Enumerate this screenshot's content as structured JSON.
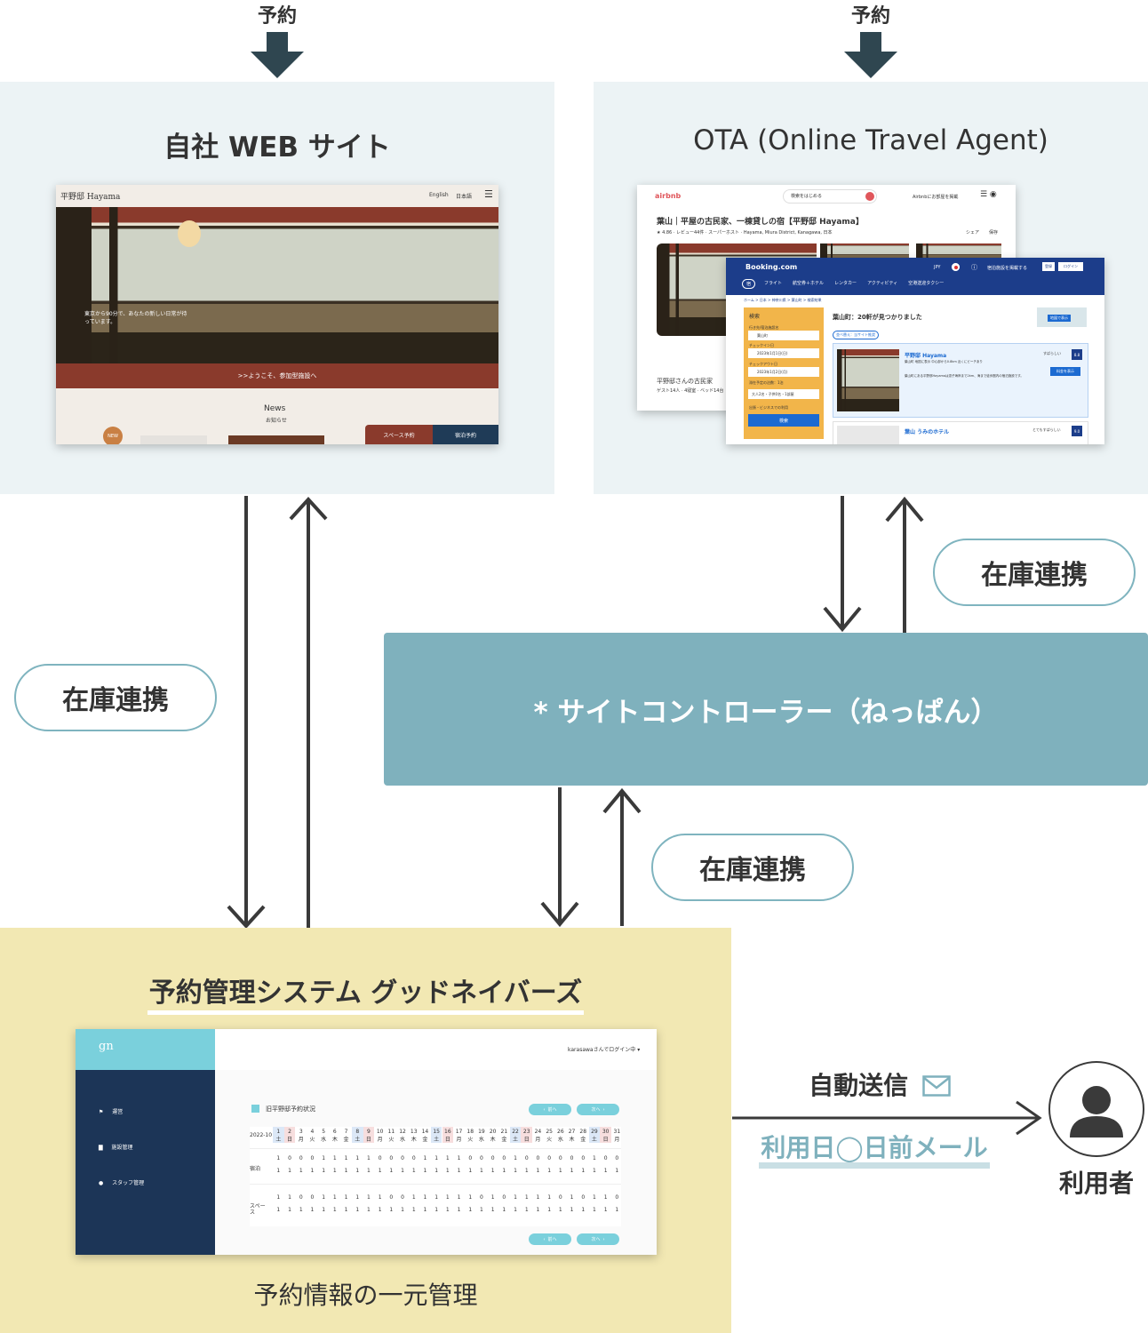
{
  "top": {
    "left_arrow_label": "予約",
    "right_arrow_label": "予約"
  },
  "own_site": {
    "title": "自社 WEB サイト",
    "screen": {
      "logo": "平野邸 Hayama",
      "lang_en": "English",
      "lang_ja": "日本語",
      "hero_text": "東京から90分で、あなたの新しい日常が待っています。",
      "banner": ">>ようこそ、参加型施設へ",
      "news_title": "News",
      "news_sub": "お知らせ",
      "new_badge": "NEW",
      "btn_space": "スペース予約",
      "btn_stay": "宿泊予約"
    }
  },
  "ota": {
    "title": "OTA (Online Travel Agent)",
    "airbnb": {
      "logo": "airbnb",
      "search": "検索をはじめる",
      "host": "Airbnbにお部屋を掲載",
      "listing_title": "葉山｜平屋の古民家、一棟貸しの宿【平野邸 Hayama】",
      "meta": "★ 4.86 · レビュー44件 · スーパーホスト · Hayama, Miura District, Kanagawa, 日本",
      "share": "シェア",
      "save": "保存",
      "host_name": "平野邸さんの古民家",
      "guests": "ゲスト14人 · 4寝室 · ベッド14台"
    },
    "booking": {
      "logo": "Booking.com",
      "currency": "JPY",
      "list_property": "宿泊施設を掲載する",
      "register": "登録",
      "login": "ログイン",
      "nav": [
        "宿",
        "フライト",
        "航空券＋ホテル",
        "レンタカー",
        "アクティビティ",
        "空港送迎タクシー"
      ],
      "crumb": "ホーム > 日本 > 神奈川県 > 葉山町 > 検索結果",
      "search_head": "検索",
      "destination_label": "行き先/宿泊施設名",
      "destination": "葉山町",
      "checkin_label": "チェックイン日",
      "checkin": "2023年1月1日(日)",
      "checkout_label": "チェックアウト日",
      "checkout": "2023年1月2日(月)",
      "stay_label": "滞在予定の泊数：1泊",
      "guests": "大人2名・子供0名・1部屋",
      "business": "出張・ビジネスでの利用",
      "search_btn": "検索",
      "results": "葉山町：20軒が見つかりました",
      "map_btn": "地図で表示",
      "filter1": "並べ替え：当サイト推奨",
      "h1_name": "平野邸 Hayama",
      "h1_loc": "葉山町 地図に表示 中心部から0.8km 近くにビーチあり",
      "h1_rating_text": "すばらしい",
      "h1_score": "8.8",
      "h1_desc": "葉山町にある平野邸Hayamaは逗子海岸まで2km、海まで徒歩圏内の宿泊施設です。",
      "h1_btn": "料金を表示",
      "h2_name": "葉山 うみのホテル",
      "h2_rating_text": "とてもすばらしい",
      "h2_score": "9.0"
    }
  },
  "center": {
    "label": "* サイトコントローラー（ねっぱん）"
  },
  "sync": {
    "left": "在庫連携",
    "top_right": "在庫連携",
    "middle": "在庫連携"
  },
  "gn": {
    "title": "予約管理システム グッドネイバーズ",
    "caption": "予約情報の一元管理",
    "screen": {
      "logo": "gn",
      "user": "karasawaさんでログイン中",
      "menu": [
        "運営",
        "施設管理",
        "スタッフ管理"
      ],
      "section": "旧平野邸予約状況",
      "prev": "前へ",
      "next": "次へ",
      "month": "2022-10",
      "days": [
        "1",
        "2",
        "3",
        "4",
        "5",
        "6",
        "7",
        "8",
        "9",
        "10",
        "11",
        "12",
        "13",
        "14",
        "15",
        "16",
        "17",
        "18",
        "19",
        "20",
        "21",
        "22",
        "23",
        "24",
        "25",
        "26",
        "27",
        "28",
        "29",
        "30",
        "31"
      ],
      "weekdays": [
        "土",
        "日",
        "月",
        "火",
        "水",
        "木",
        "金",
        "土",
        "日",
        "月",
        "火",
        "水",
        "木",
        "金",
        "土",
        "日",
        "月",
        "火",
        "水",
        "木",
        "金",
        "土",
        "日",
        "月",
        "火",
        "水",
        "木",
        "金",
        "土",
        "日",
        "月"
      ],
      "row1_label": "宿泊",
      "row1_a": [
        "1",
        "0",
        "0",
        "0",
        "1",
        "1",
        "1",
        "1",
        "1",
        "0",
        "0",
        "0",
        "0",
        "1",
        "1",
        "1",
        "1",
        "0",
        "0",
        "0",
        "0",
        "1",
        "0",
        "0",
        "0",
        "0",
        "0",
        "0",
        "1",
        "0",
        "0"
      ],
      "row1_b": [
        "1",
        "1",
        "1",
        "1",
        "1",
        "1",
        "1",
        "1",
        "1",
        "1",
        "1",
        "1",
        "1",
        "1",
        "1",
        "1",
        "1",
        "1",
        "1",
        "1",
        "1",
        "1",
        "1",
        "1",
        "1",
        "1",
        "1",
        "1",
        "1",
        "1",
        "1"
      ],
      "row2_label": "スペース",
      "row2_a": [
        "1",
        "1",
        "0",
        "0",
        "1",
        "1",
        "1",
        "1",
        "1",
        "1",
        "0",
        "0",
        "1",
        "1",
        "1",
        "1",
        "1",
        "1",
        "0",
        "1",
        "0",
        "1",
        "1",
        "1",
        "1",
        "0",
        "1",
        "0",
        "1",
        "1",
        "0"
      ],
      "row2_b": [
        "1",
        "1",
        "1",
        "1",
        "1",
        "1",
        "1",
        "1",
        "1",
        "1",
        "1",
        "1",
        "1",
        "1",
        "1",
        "1",
        "1",
        "1",
        "1",
        "1",
        "1",
        "1",
        "1",
        "1",
        "1",
        "1",
        "1",
        "1",
        "1",
        "1",
        "1"
      ]
    }
  },
  "mail": {
    "auto_send": "自動送信",
    "reminder": "利用日◯日前メール"
  },
  "user": {
    "label": "利用者"
  },
  "colors": {
    "panel_bg": "#ecf3f5",
    "controller": "#7fb1bd",
    "gn_panel": "#f2e8b3",
    "navy": "#1c3557",
    "arrow_dark": "#2f4650"
  }
}
